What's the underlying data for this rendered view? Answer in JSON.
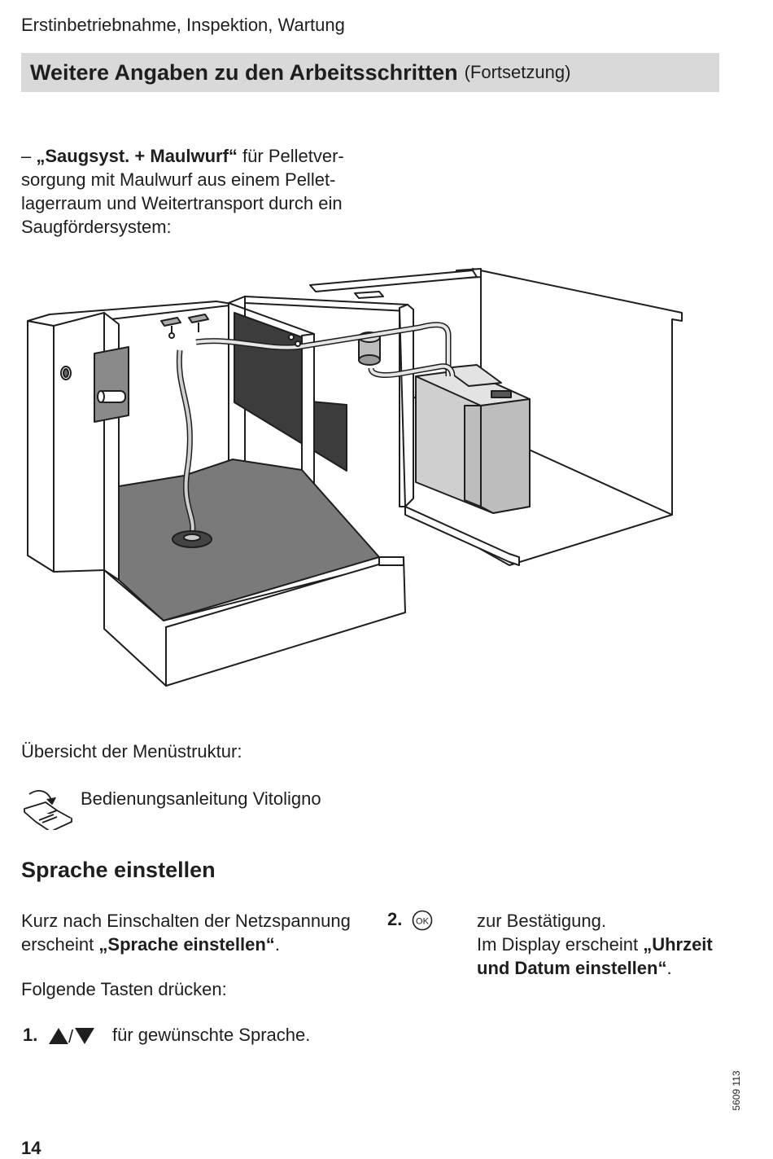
{
  "header": {
    "section": "Erstinbetriebnahme, Inspektion, Wartung"
  },
  "title_bar": {
    "main": "Weitere Angaben zu den Arbeitsschritten",
    "sub": "(Fortsetzung)"
  },
  "intro": {
    "dash": "– ",
    "bold": "„Saugsyst. + Maulwurf“",
    "rest": " für Pelletver­sorgung mit Maulwurf aus einem Pellet­lagerraum und Weitertransport durch ein Saugfördersystem:"
  },
  "overview": {
    "text": "Übersicht der Menüstruktur:"
  },
  "book_reference": {
    "icon": "manual-book-icon",
    "text": "Bedienungsanleitung Vitoligno"
  },
  "section": {
    "title": "Sprache einstellen"
  },
  "paragraph1": {
    "a": "Kurz nach Einschalten der Netzspan­nung erscheint ",
    "bold": "„Sprache einstellen“",
    "b": "."
  },
  "paragraph2": {
    "text": "Folgende Tasten drücken:"
  },
  "step1": {
    "number": "1.",
    "icon": "up-down-arrow-keys-icon",
    "separator": "/",
    "text": "für gewünschte Sprache."
  },
  "step2": {
    "number": "2.",
    "icon": "ok-button-icon",
    "icon_text": "OK",
    "line1": "zur Bestätigung.",
    "a": "Im Display erscheint ",
    "bold": "„Uhr­zeit und Datum einstel­len“",
    "b": "."
  },
  "document_number": "5609 113",
  "page_number": "14"
}
